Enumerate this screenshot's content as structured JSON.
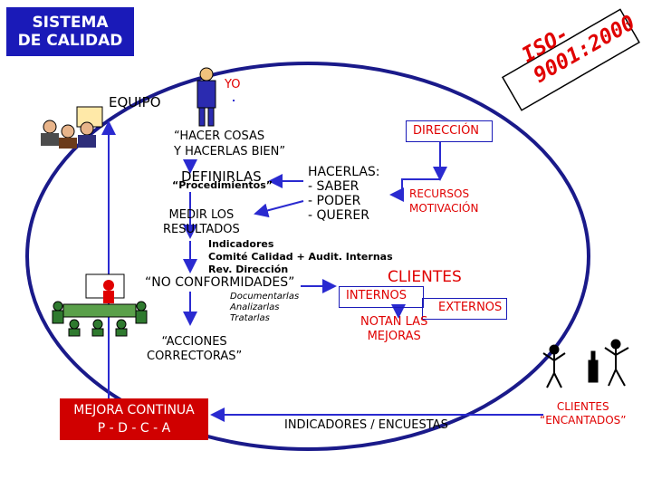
{
  "title": {
    "line1": "SISTEMA",
    "line2": "DE CALIDAD"
  },
  "iso": "ISO-9001:2000",
  "yo": "YO",
  "equipo": "EQUIPO",
  "hacer": {
    "line1": "“HACER COSAS",
    "line2": "Y HACERLAS BIEN”"
  },
  "definirlas": "DEFINIRLAS",
  "procedimientos": "“Procedimientos”",
  "medir": {
    "line1": "MEDIR LOS",
    "line2": "RESULTADOS"
  },
  "hacerlas": {
    "line1": "HACERLAS:",
    "line2": "- SABER",
    "line3": "- PODER",
    "line4": "- QUERER"
  },
  "direccion": "DIRECCIÓN",
  "recursos": {
    "line1": "RECURSOS",
    "line2": "MOTIVACIÓN"
  },
  "indicadores_block": {
    "line1": "Indicadores",
    "line2": "Comité Calidad + Audit. Internas",
    "line3": "Rev. Dirección"
  },
  "no_conformidades": "“NO CONFORMIDADES”",
  "documentarlas": {
    "line1": "Documentarlas",
    "line2": "Analizarlas",
    "line3": "Tratarlas"
  },
  "acciones": {
    "line1": "“ACCIONES",
    "line2": "CORRECTORAS”"
  },
  "clientes": "CLIENTES",
  "internos": "INTERNOS",
  "externos": "EXTERNOS",
  "notan": {
    "line1": "NOTAN LAS",
    "line2": "MEJORAS"
  },
  "mejora": {
    "line1": "MEJORA CONTINUA",
    "line2": "P - D - C - A"
  },
  "indicadores_encuestas": "INDICADORES / ENCUESTAS",
  "clientes_encantados": {
    "line1": "CLIENTES",
    "line2": "“ENCANTADOS”"
  },
  "colors": {
    "ellipse": "#1a1ab8",
    "accent_red": "#e00000",
    "arrow": "#2a2ad0"
  }
}
